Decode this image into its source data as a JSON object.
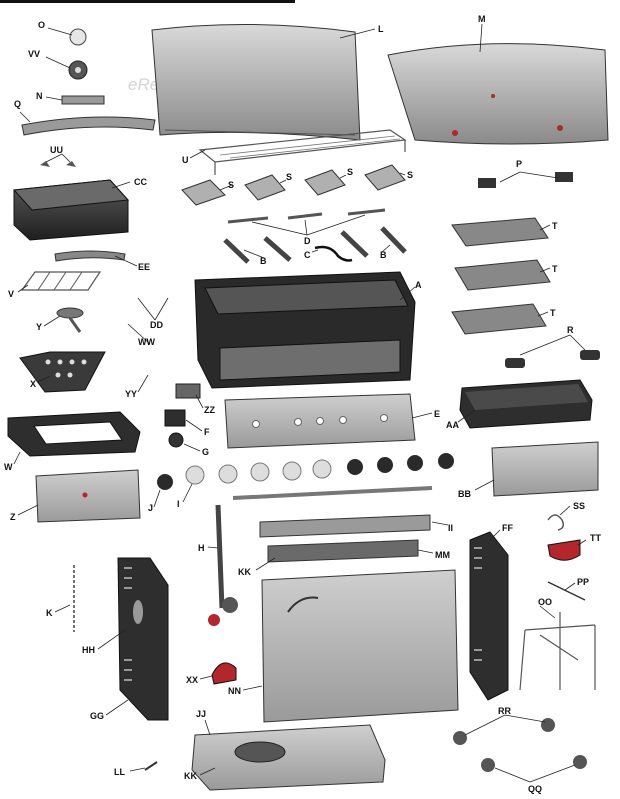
{
  "watermark": "eReplacementParts.com",
  "colors": {
    "part_dark": "#2e2e2e",
    "part_mid": "#8a8a8a",
    "part_light": "#c8c8c8",
    "accent_red": "#b3262b"
  },
  "callouts": {
    "o": "O",
    "vv": "VV",
    "n": "N",
    "q": "Q",
    "uu": "UU",
    "cc": "CC",
    "ee": "EE",
    "v": "V",
    "y": "Y",
    "dd": "DD",
    "ww": "WW",
    "x": "X",
    "yy": "YY",
    "zz": "ZZ",
    "f": "F",
    "w": "W",
    "g": "G",
    "z": "Z",
    "j": "J",
    "i": "I",
    "h": "H",
    "k": "K",
    "hh": "HH",
    "gg": "GG",
    "xx": "XX",
    "nn": "NN",
    "ll": "LL",
    "kk_bottom": "KK",
    "jj": "JJ",
    "l": "L",
    "m": "M",
    "u": "U",
    "s1": "S",
    "s2": "S",
    "s3": "S",
    "s4": "S",
    "p": "P",
    "d": "D",
    "b1": "B",
    "c": "C",
    "b2": "B",
    "t1": "T",
    "t2": "T",
    "t3": "T",
    "a": "A",
    "r": "R",
    "e": "E",
    "aa": "AA",
    "bb": "BB",
    "ii": "II",
    "mm": "MM",
    "kk": "KK",
    "ff": "FF",
    "ss": "SS",
    "tt": "TT",
    "pp": "PP",
    "oo": "OO",
    "rr": "RR",
    "qq": "QQ"
  }
}
